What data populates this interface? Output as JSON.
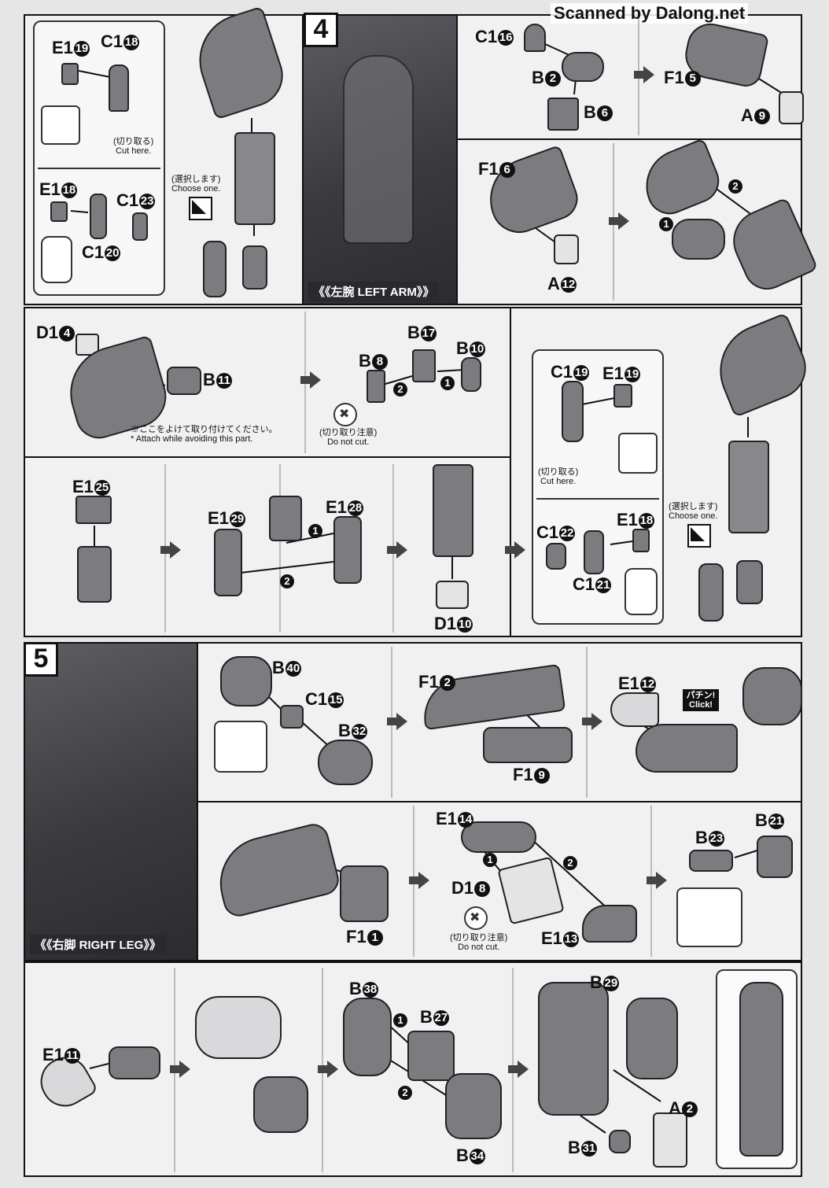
{
  "credit": "Scanned by Dalong.net",
  "steps": {
    "s4": "4",
    "s5": "5"
  },
  "captions": {
    "left_arm": "《《左腕 LEFT ARM》》",
    "right_leg": "《《右脚 RIGHT LEG》》"
  },
  "notes": {
    "cut_here_jp": "(切り取る)",
    "cut_here_en": "Cut here.",
    "choose_one_jp": "(選択します)",
    "choose_one_en": "Choose one.",
    "avoid_jp": "※ここをよけて取り付けてください。",
    "avoid_en": "* Attach while avoiding this part.",
    "donot_cut_jp": "(切り取り注意)",
    "donot_cut_en": "Do not cut.",
    "click": "パチン! Click!"
  },
  "labels": {
    "a": {
      "letter": "E1",
      "num": "19"
    },
    "b": {
      "letter": "C1",
      "num": "18"
    },
    "c": {
      "letter": "E1",
      "num": "18"
    },
    "d": {
      "letter": "C1",
      "num": "23"
    },
    "e": {
      "letter": "C1",
      "num": "20"
    },
    "f": {
      "letter": "C1",
      "num": "16"
    },
    "g": {
      "letter": "B",
      "num": "2"
    },
    "h": {
      "letter": "B",
      "num": "6"
    },
    "i": {
      "letter": "F1",
      "num": "5"
    },
    "j": {
      "letter": "A",
      "num": "9"
    },
    "k": {
      "letter": "F1",
      "num": "6"
    },
    "l": {
      "letter": "A",
      "num": "12"
    },
    "m": {
      "letter": "D1",
      "num": "4"
    },
    "n": {
      "letter": "B",
      "num": "11"
    },
    "o": {
      "letter": "B",
      "num": "17"
    },
    "p": {
      "letter": "B",
      "num": "8"
    },
    "q": {
      "letter": "B",
      "num": "10"
    },
    "r": {
      "letter": "C1",
      "num": "19"
    },
    "s": {
      "letter": "E1",
      "num": "19"
    },
    "t": {
      "letter": "E1",
      "num": "25"
    },
    "u": {
      "letter": "E1",
      "num": "29"
    },
    "v": {
      "letter": "E1",
      "num": "28"
    },
    "w": {
      "letter": "D1",
      "num": "10"
    },
    "x": {
      "letter": "C1",
      "num": "22"
    },
    "y": {
      "letter": "E1",
      "num": "18"
    },
    "z": {
      "letter": "C1",
      "num": "21"
    },
    "aa": {
      "letter": "B",
      "num": "40"
    },
    "ab": {
      "letter": "C1",
      "num": "15"
    },
    "ac": {
      "letter": "B",
      "num": "32"
    },
    "ad": {
      "letter": "F1",
      "num": "2"
    },
    "ae": {
      "letter": "F1",
      "num": "9"
    },
    "af": {
      "letter": "E1",
      "num": "12"
    },
    "ag": {
      "letter": "E1",
      "num": "14"
    },
    "ah": {
      "letter": "D1",
      "num": "8"
    },
    "ai": {
      "letter": "E1",
      "num": "13"
    },
    "aj": {
      "letter": "F1",
      "num": "1"
    },
    "ak": {
      "letter": "B",
      "num": "23"
    },
    "al": {
      "letter": "B",
      "num": "21"
    },
    "am": {
      "letter": "E1",
      "num": "11"
    },
    "an": {
      "letter": "B",
      "num": "38"
    },
    "ao": {
      "letter": "B",
      "num": "27"
    },
    "ap": {
      "letter": "B",
      "num": "34"
    },
    "aq": {
      "letter": "B",
      "num": "29"
    },
    "ar": {
      "letter": "A",
      "num": "2"
    },
    "as": {
      "letter": "B",
      "num": "31"
    }
  },
  "sequence": {
    "one": "1",
    "two": "2"
  }
}
